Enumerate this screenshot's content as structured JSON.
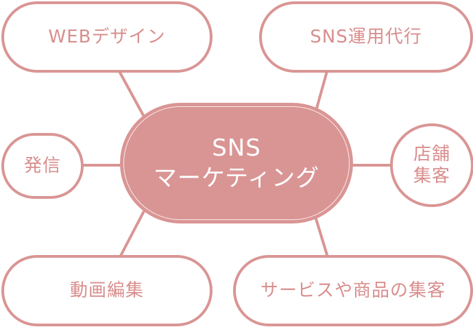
{
  "diagram": {
    "type": "mind-map",
    "colors": {
      "accent": "#d99594",
      "text": "#d88e8d",
      "center_text": "#ffffff",
      "background": "#ffffff"
    },
    "center": {
      "line1": "SNS",
      "line2": "マーケティング"
    },
    "nodes": {
      "top_left": "WEBデザイン",
      "top_right": "SNS運用代行",
      "left": "発信",
      "right_line1": "店舗",
      "right_line2": "集客",
      "bottom_left": "動画編集",
      "bottom_right": "サービスや商品の集客"
    }
  }
}
